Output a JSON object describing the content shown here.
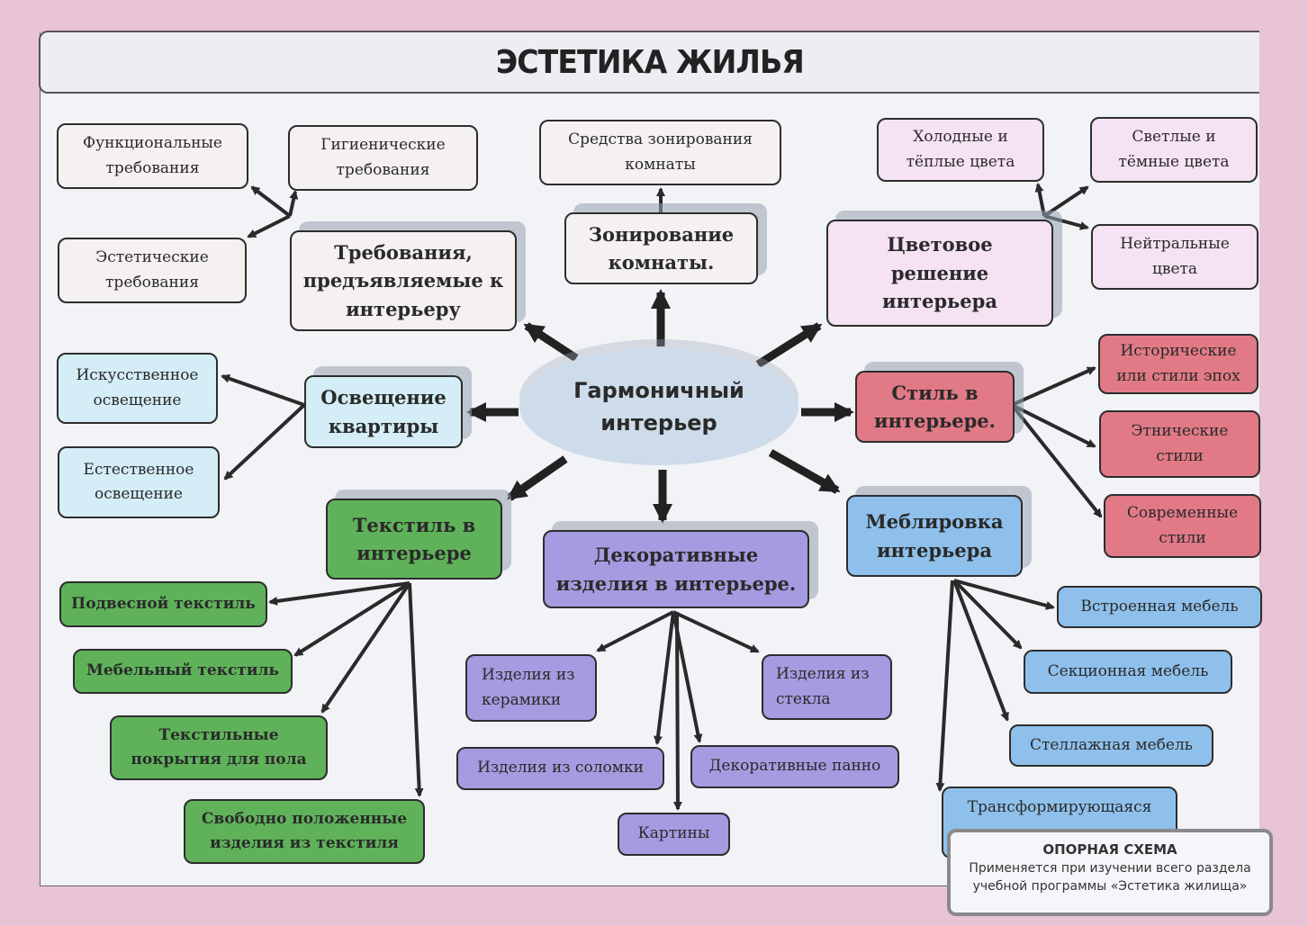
{
  "title": "ЭСТЕТИКА ЖИЛЬЯ",
  "center": {
    "label": "Гармоничный\nинтерьер"
  },
  "colors": {
    "background": "#e9c3d6",
    "sheet": "#f2f3f7",
    "requirements": "#f4f1f0",
    "zoning": "#f4f1f0",
    "color_solution": "#f5e2f3",
    "lighting": "#d4edf6",
    "style": "#e17a86",
    "textile": "#5fb25a",
    "decor": "#a59be0",
    "furniture": "#8fc0ec",
    "center": "#cddbea"
  },
  "branches": {
    "requirements": {
      "label": "Требования,\nпредъявляемые к\nинтерьеру",
      "children": [
        "Функциональные\nтребования",
        "Гигиенические\nтребования",
        "Эстетические\nтребования"
      ]
    },
    "zoning": {
      "label": "Зонирование\nкомнаты.",
      "children": [
        "Средства зонирования\nкомнаты"
      ]
    },
    "color_solution": {
      "label": "Цветовое\nрешение\nинтерьера",
      "children": [
        "Холодные и\nтёплые цвета",
        "Светлые и\nтёмные цвета",
        "Нейтральные\nцвета"
      ]
    },
    "lighting": {
      "label": "Освещение\nквартиры",
      "children": [
        "Искусственное\nосвещение",
        "Естественное\nосвещение"
      ]
    },
    "style": {
      "label": "Стиль в\nинтерьере.",
      "children": [
        "Исторические\nили стили эпох",
        "Этнические\nстили",
        "Современные\nстили"
      ]
    },
    "textile": {
      "label": "Текстиль в\nинтерьере",
      "children": [
        "Подвесной текстиль",
        "Мебельный текстиль",
        "Текстильные\nпокрытия для пола",
        "Свободно положенные\nизделия из текстиля"
      ]
    },
    "decor": {
      "label": "Декоративные\nизделия в интерьере.",
      "children": [
        "Изделия из\nкерамики",
        "Изделия из\nстекла",
        "Изделия из соломки",
        "Декоративные панно",
        "Картины"
      ]
    },
    "furniture": {
      "label": "Меблировка\nинтерьера",
      "children": [
        "Встроенная мебель",
        "Секционная мебель",
        "Стеллажная мебель",
        "Трансформирующаяся"
      ]
    }
  },
  "note": {
    "title": "ОПОРНАЯ СХЕМА",
    "lines": [
      "Применяется при изучении всего раздела",
      "учебной программы «Эстетика жилища»"
    ]
  }
}
